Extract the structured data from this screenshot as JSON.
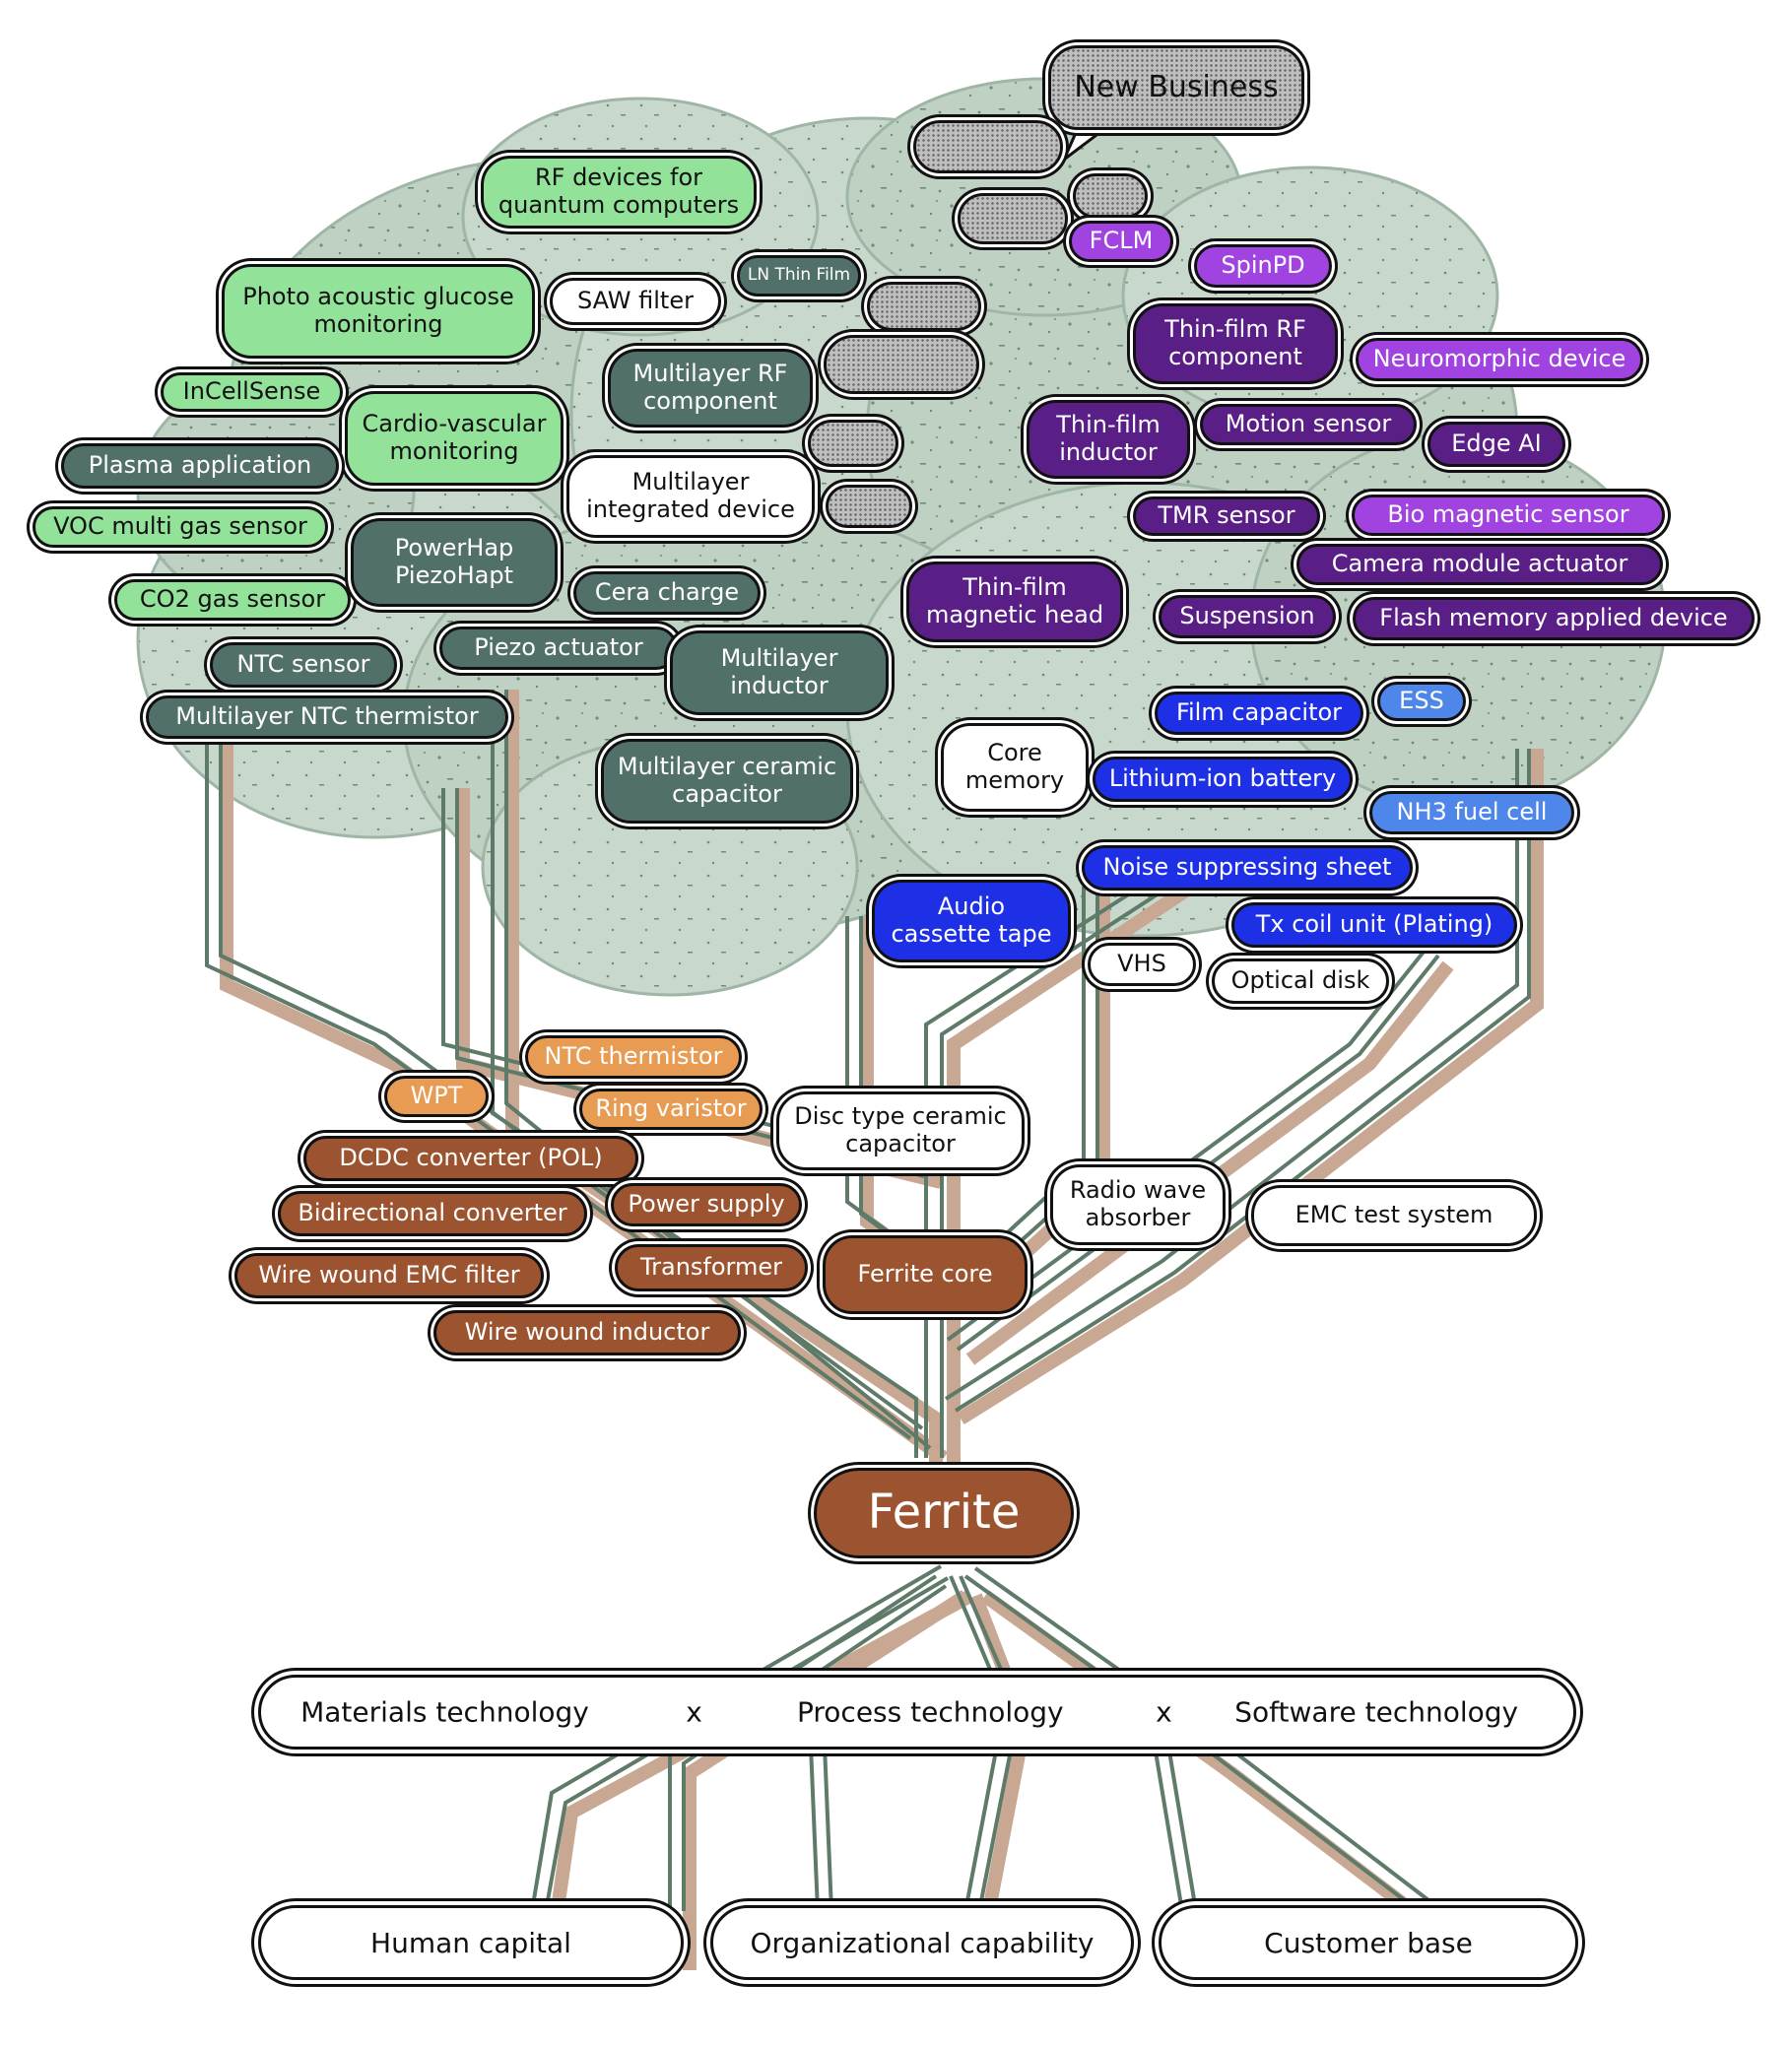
{
  "colors": {
    "foliage": "#bfd1c3",
    "trunk_shadow": "#c9a893",
    "trunk_line": "#5e7a68",
    "light_green": "#93e29a",
    "teal": "#52706a",
    "dark_purple": "#5a1f86",
    "light_purple": "#a043e0",
    "blue": "#1e30e6",
    "light_blue": "#4f86ea",
    "orange": "#e89b52",
    "brown": "#9c5430"
  },
  "root": "Ferrite",
  "callout": "New Business",
  "labels": {
    "rf_quantum": "RF devices for quantum computers",
    "photo_glucose": "Photo acoustic glucose monitoring",
    "saw_filter": "SAW filter",
    "ln_thin_film": "LN Thin Film",
    "incellsense": "InCellSense",
    "cardio": "Cardio-vascular monitoring",
    "plasma": "Plasma application",
    "voc": "VOC multi gas sensor",
    "co2": "CO2 gas sensor",
    "ntc_sensor": "NTC sensor",
    "ml_ntc": "Multilayer NTC thermistor",
    "ml_rf": "Multilayer RF component",
    "ml_integrated": "Multilayer integrated device",
    "powerhap": "PowerHap PiezoHapt",
    "cera_charge": "Cera charge",
    "piezo_actuator": "Piezo actuator",
    "ml_inductor": "Multilayer inductor",
    "mlcc": "Multilayer ceramic capacitor",
    "fclm": "FCLM",
    "spinpd": "SpinPD",
    "tf_rf": "Thin-film RF component",
    "neuromorphic": "Neuromorphic device",
    "tf_inductor": "Thin-film inductor",
    "motion_sensor": "Motion sensor",
    "edge_ai": "Edge AI",
    "tmr_sensor": "TMR sensor",
    "bio_magnetic": "Bio magnetic sensor",
    "camera_actuator": "Camera module actuator",
    "tf_head": "Thin-film magnetic head",
    "suspension": "Suspension",
    "flash_memory": "Flash memory applied device",
    "film_capacitor": "Film capacitor",
    "ess": "ESS",
    "core_memory": "Core memory",
    "li_battery": "Lithium-ion battery",
    "nh3": "NH3 fuel cell",
    "noise_sheet": "Noise suppressing sheet",
    "audio_tape": "Audio cassette tape",
    "tx_coil": "Tx coil unit (Plating)",
    "vhs": "VHS",
    "optical_disk": "Optical disk",
    "ntc_thermistor": "NTC thermistor",
    "wpt": "WPT",
    "ring_varistor": "Ring varistor",
    "disc_capacitor": "Disc type ceramic capacitor",
    "dcdc": "DCDC converter (POL)",
    "bidirectional": "Bidirectional converter",
    "power_supply": "Power supply",
    "radio_absorber": "Radio wave absorber",
    "emc_test": "EMC test system",
    "wire_emc": "Wire wound EMC filter",
    "transformer": "Transformer",
    "ferrite_core": "Ferrite core",
    "wire_inductor": "Wire wound inductor"
  },
  "technology_bar": {
    "materials": "Materials technology",
    "times1": "x",
    "process": "Process technology",
    "times2": "x",
    "software": "Software technology"
  },
  "foundation": {
    "human_capital": "Human capital",
    "organizational": "Organizational capability",
    "customer_base": "Customer base"
  }
}
